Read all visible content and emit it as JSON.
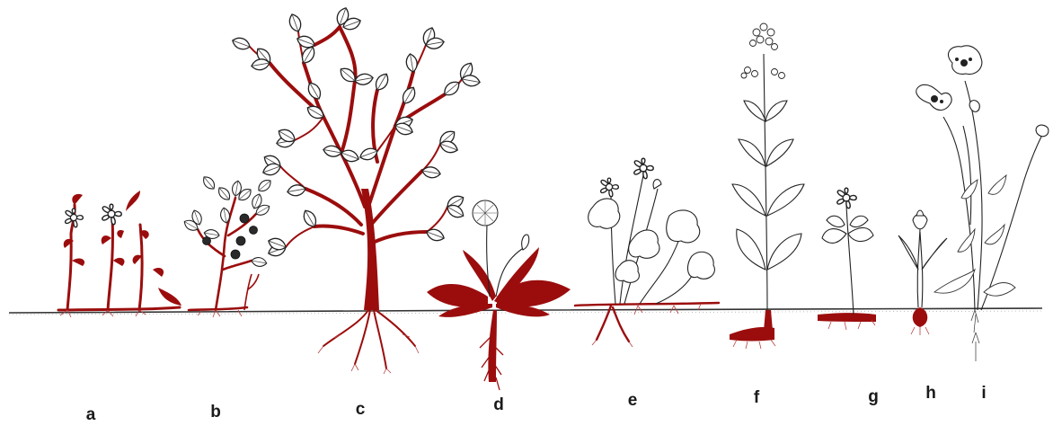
{
  "colors": {
    "highlight": "#9b0d0d",
    "ink": "#222222",
    "ground": "#333333",
    "background": "#ffffff"
  },
  "plants": [
    {
      "label": "a"
    },
    {
      "label": "b"
    },
    {
      "label": "c"
    },
    {
      "label": "d"
    },
    {
      "label": "e"
    },
    {
      "label": "f"
    },
    {
      "label": "g"
    },
    {
      "label": "h"
    },
    {
      "label": "i"
    }
  ]
}
